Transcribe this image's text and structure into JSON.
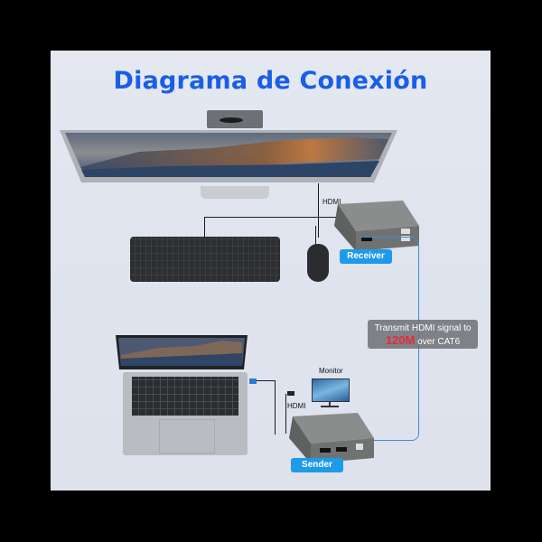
{
  "title": "Diagrama de Conexión",
  "labels": {
    "hdmi_top": "HDMI",
    "hdmi_bottom": "HDMI",
    "monitor": "Monitor",
    "receiver": "Receiver",
    "sender": "Sender"
  },
  "callout": {
    "line1": "Transmit HDMI signal to",
    "distance": "120M",
    "line2": " over CAT6"
  },
  "colors": {
    "title": "#1a5ee8",
    "tag": "#1e9be8",
    "distance": "#e8283c",
    "cat6_cable": "#3a8fd8"
  },
  "devices": [
    "desktop-monitor",
    "keyboard",
    "mouse",
    "receiver-unit",
    "laptop",
    "small-monitor",
    "sender-unit"
  ]
}
